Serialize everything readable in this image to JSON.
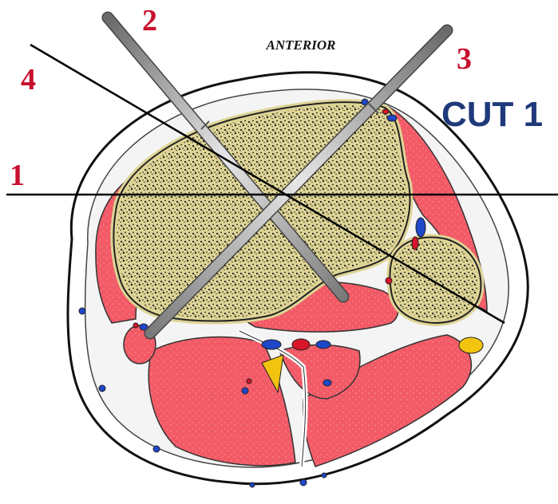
{
  "labels": {
    "anterior": "ANTERIOR",
    "cut_title": "CUT 1",
    "line_1": "1",
    "line_2": "2",
    "line_3": "3",
    "line_4": "4"
  },
  "colors": {
    "muscle": "#f25a66",
    "bone_fill": "#ded495",
    "bone_outline": "#222222",
    "skin": "#ffffff",
    "fat_layer": "#f7f7f7",
    "artery": "#d8152a",
    "vein": "#1f47c9",
    "nerve": "#f2c40f",
    "pin_metal": "#a8a8a8",
    "number_labels": "#c8102e",
    "cut_title": "#1f3a7a"
  },
  "icons": [
    "tibia-bone",
    "fibula-bone",
    "transfixion-pin",
    "cut-line",
    "artery",
    "vein",
    "nerve"
  ]
}
